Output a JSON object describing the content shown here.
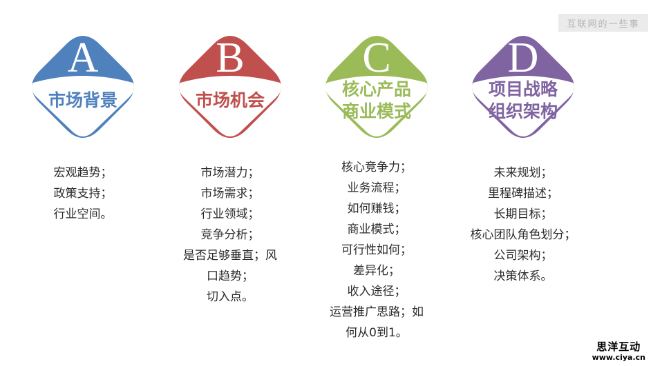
{
  "corner_badge": "互联网的一些事",
  "cards": [
    {
      "letter": "A",
      "title_lines": [
        "市场背景"
      ],
      "color": "#4f81bd",
      "items": [
        "宏观趋势；",
        "政策支持；",
        "行业空间。"
      ]
    },
    {
      "letter": "B",
      "title_lines": [
        "市场机会"
      ],
      "color": "#c0504d",
      "items": [
        "市场潜力；",
        "市场需求；",
        "行业领域；",
        "竞争分析；",
        "是否足够垂直；风",
        "口趋势；",
        "切入点。"
      ]
    },
    {
      "letter": "C",
      "title_lines": [
        "核心产品",
        "商业模式"
      ],
      "color": "#9bbb59",
      "items": [
        "核心竞争力；",
        "业务流程；",
        "如何赚钱；",
        "商业模式；",
        "可行性如何；",
        "差异化；",
        "收入途径；",
        "运营推广思路；如",
        "何从0到1。"
      ]
    },
    {
      "letter": "D",
      "title_lines": [
        "项目战略",
        "组织架构"
      ],
      "color": "#8064a2",
      "items": [
        "未来规划；",
        "里程碑描述；",
        "长期目标；",
        "核心团队角色划分；",
        "公司架构；",
        "决策体系。"
      ]
    }
  ],
  "watermark": {
    "title": "思洋互动",
    "url": "www.ciya.cn"
  }
}
